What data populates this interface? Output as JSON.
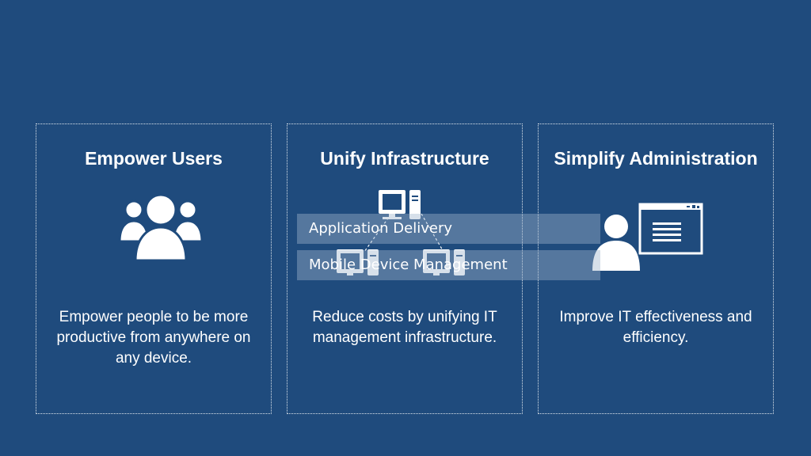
{
  "cards": [
    {
      "title": "Empower Users",
      "description": "Empower people to be more productive from anywhere on any device.",
      "icon": "users-group-icon"
    },
    {
      "title": "Unify Infrastructure",
      "description": "Reduce costs by unifying IT management infrastructure.",
      "icon": "network-computers-icon"
    },
    {
      "title": "Simplify Administration",
      "description": "Improve IT effectiveness and efficiency.",
      "icon": "admin-window-icon"
    }
  ],
  "overlay": {
    "items": [
      "Application Delivery",
      "Mobile Device Management"
    ]
  },
  "colors": {
    "background": "#1f4b7d",
    "text": "#ffffff",
    "overlay_bar": "#a0b4cd"
  }
}
